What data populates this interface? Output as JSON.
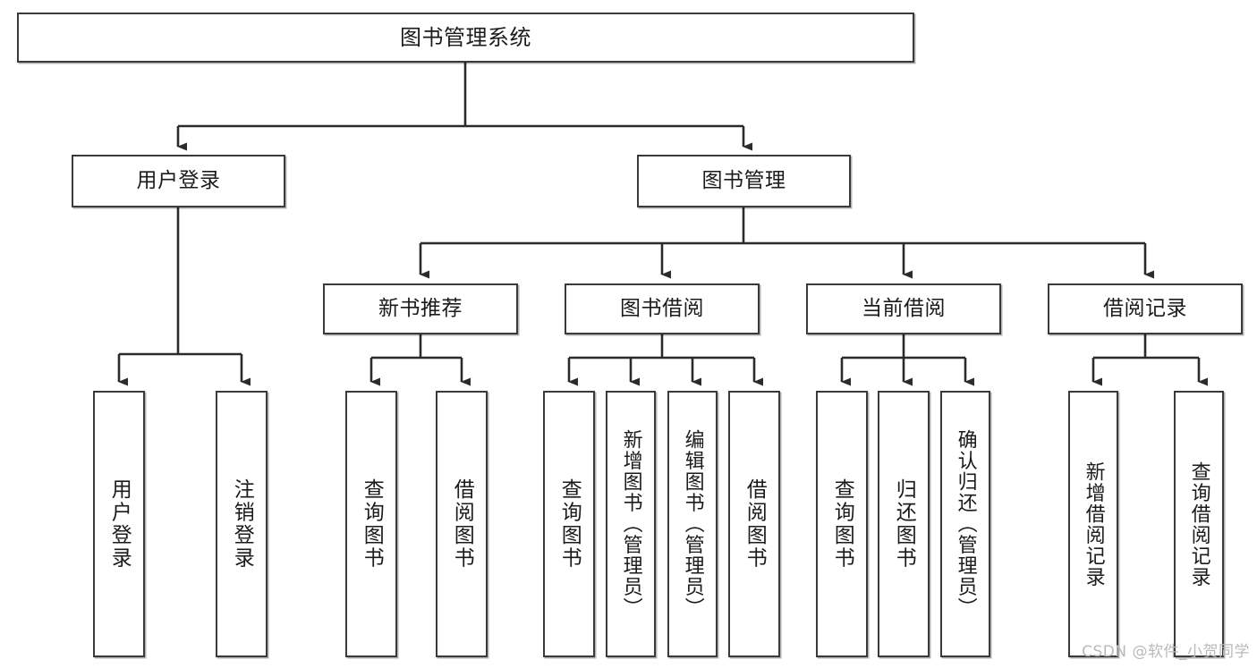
{
  "diagram": {
    "title": "图书管理系统",
    "type": "hierarchy-tree",
    "watermark": "CSDN @软件_小贺同学",
    "colors": {
      "box_border": "#3a3a3a",
      "box_fill": "#ffffff",
      "connector": "#2b2b2b",
      "text": "#1b1b1b",
      "watermark": "#b9b9b9",
      "background": "#ffffff"
    }
  },
  "nodes": {
    "root": {
      "label": "图书管理系统"
    },
    "level2": [
      {
        "id": "user-login",
        "label": "用户登录"
      },
      {
        "id": "book-manage",
        "label": "图书管理"
      }
    ],
    "level3": [
      {
        "id": "new-book-recommend",
        "label": "新书推荐"
      },
      {
        "id": "book-borrow",
        "label": "图书借阅"
      },
      {
        "id": "current-borrow",
        "label": "当前借阅"
      },
      {
        "id": "borrow-record",
        "label": "借阅记录"
      }
    ],
    "leaves": [
      {
        "id": "leaf-user-login",
        "label": "用户登录",
        "parent": "user-login"
      },
      {
        "id": "leaf-logout-login",
        "label": "注销登录",
        "parent": "user-login"
      },
      {
        "id": "leaf-query-book-1",
        "label": "查询图书",
        "parent": "new-book-recommend"
      },
      {
        "id": "leaf-borrow-book-1",
        "label": "借阅图书",
        "parent": "new-book-recommend"
      },
      {
        "id": "leaf-query-book-2",
        "label": "查询图书",
        "parent": "book-borrow"
      },
      {
        "id": "leaf-add-book-admin",
        "label": "新增图书（管理员）",
        "parent": "book-borrow"
      },
      {
        "id": "leaf-edit-book-admin",
        "label": "编辑图书（管理员）",
        "parent": "book-borrow"
      },
      {
        "id": "leaf-borrow-book-2",
        "label": "借阅图书",
        "parent": "book-borrow"
      },
      {
        "id": "leaf-query-book-3",
        "label": "查询图书",
        "parent": "current-borrow"
      },
      {
        "id": "leaf-return-book",
        "label": "归还图书",
        "parent": "current-borrow"
      },
      {
        "id": "leaf-confirm-return-admin",
        "label": "确认归还（管理员）",
        "parent": "current-borrow"
      },
      {
        "id": "leaf-add-borrow-record",
        "label": "新增借阅记录",
        "parent": "borrow-record"
      },
      {
        "id": "leaf-query-borrow-record",
        "label": "查询借阅记录",
        "parent": "borrow-record"
      }
    ]
  },
  "chart_data": {
    "type": "table",
    "title": "图书管理系统",
    "tree": [
      {
        "label": "图书管理系统",
        "children": [
          {
            "label": "用户登录",
            "children": [
              {
                "label": "用户登录"
              },
              {
                "label": "注销登录"
              }
            ]
          },
          {
            "label": "图书管理",
            "children": [
              {
                "label": "新书推荐",
                "children": [
                  {
                    "label": "查询图书"
                  },
                  {
                    "label": "借阅图书"
                  }
                ]
              },
              {
                "label": "图书借阅",
                "children": [
                  {
                    "label": "查询图书"
                  },
                  {
                    "label": "新增图书（管理员）"
                  },
                  {
                    "label": "编辑图书（管理员）"
                  },
                  {
                    "label": "借阅图书"
                  }
                ]
              },
              {
                "label": "当前借阅",
                "children": [
                  {
                    "label": "查询图书"
                  },
                  {
                    "label": "归还图书"
                  },
                  {
                    "label": "确认归还（管理员）"
                  }
                ]
              },
              {
                "label": "借阅记录",
                "children": [
                  {
                    "label": "新增借阅记录"
                  },
                  {
                    "label": "查询借阅记录"
                  }
                ]
              }
            ]
          }
        ]
      }
    ]
  }
}
